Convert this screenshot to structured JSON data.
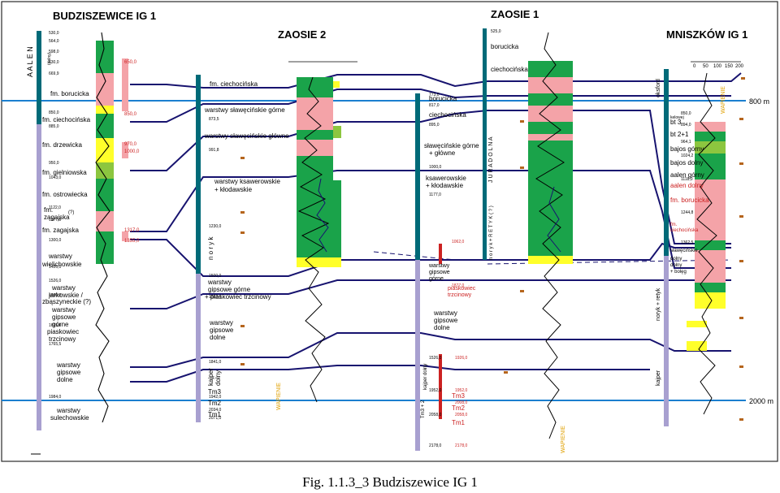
{
  "figure": {
    "caption": "Fig. 1.1.3_3 Budziszewice IG 1",
    "markers": {
      "m800": "800 m",
      "m2000": "2000 m"
    }
  },
  "colors": {
    "blue": "#1b7fcf",
    "navy": "#17136f",
    "green": "#1aa34a",
    "pink": "#f4a3a8",
    "yellow": "#ffff2a",
    "lime": "#8cc63f",
    "column": "#a8a0d0",
    "column_dark": "#006a78",
    "red": "#cc2222"
  },
  "wells": {
    "budziszewice": {
      "title": "BUDZISZEWICE IG 1",
      "depths": [
        "530,0",
        "564,0",
        "598,0",
        "630,0",
        "669,9",
        "850,0",
        "885,0",
        "950,0",
        "1043,0",
        "1122,0",
        "1277,0",
        "1300,0",
        "1420,0",
        "1526,0",
        "1600,0",
        "1695,0",
        "1765,5",
        "1984,0"
      ],
      "red_depths": [
        "650,0",
        "850,0",
        "970,0",
        "1000,0",
        "1317,0",
        "1355,0"
      ],
      "stage_label": "A A L E N",
      "side_note": "(dolny)",
      "units": [
        {
          "text": "fm. borucicka"
        },
        {
          "text": "fm. ciechocińska"
        },
        {
          "text": "fm. drzewicka"
        },
        {
          "text": "fm. gielniowska"
        },
        {
          "text": "fm. ostrowiecka"
        },
        {
          "text": "fm."
        },
        {
          "text": "(?)"
        },
        {
          "text": "zagajska"
        },
        {
          "text": "fm. zagajska"
        },
        {
          "text": "warstwy"
        },
        {
          "text": "wielichowskie"
        },
        {
          "text": "warstwy"
        },
        {
          "text": "jarkowskie /"
        },
        {
          "text": "zbąszyneckie (?)"
        },
        {
          "text": "warstwy"
        },
        {
          "text": "gipsowe"
        },
        {
          "text": "górne"
        },
        {
          "text": "piaskowiec"
        },
        {
          "text": "trzcinowy"
        },
        {
          "text": "warstwy"
        },
        {
          "text": "gipsowe"
        },
        {
          "text": "dolne"
        },
        {
          "text": "warstwy"
        },
        {
          "text": "sulechowskie"
        }
      ]
    },
    "zaosie2": {
      "title": "ZAOSIE 2",
      "stage_label": "n o r y k",
      "bottom_label": "WAPIENIE",
      "depths": [
        "873,5",
        "991,8",
        "1230,0",
        "1500,0",
        "1582,0",
        "1841,0",
        "1942,0",
        "2034,0",
        "2071,0"
      ],
      "units": [
        {
          "text": "fm. ciechocińska"
        },
        {
          "text": "warstwy sławęcińskie górne"
        },
        {
          "text": "warstwy sławęcińskie główne"
        },
        {
          "text": "warstwy ksawerowskie"
        },
        {
          "text": "+ kłodawskie"
        },
        {
          "text": "warstwy"
        },
        {
          "text": "gipsowe górne"
        },
        {
          "text": "+ piaskowiec trzcinowy"
        },
        {
          "text": "warstwy"
        },
        {
          "text": "gipsowe"
        },
        {
          "text": "dolne"
        },
        {
          "text": "kajper"
        },
        {
          "text": "dolny"
        },
        {
          "text": "Tm3"
        },
        {
          "text": "Tm2"
        },
        {
          "text": "Tm1"
        }
      ]
    },
    "zaosie1": {
      "title": "ZAOSIE 1",
      "depths": [
        "525,0",
        "773,0",
        "817,0",
        "895,0",
        "1000,0",
        "1177,0",
        "1526,0",
        "1952,0",
        "2058,0",
        "2178,0"
      ],
      "red_depths": [
        "1062,0",
        "1877,0",
        "1926,0",
        "1952,0",
        "2008,0",
        "2058,0",
        "2178,0"
      ],
      "stage_labels": {
        "jura": "J U R A   D O L N A",
        "noryk": "n o r y k  +  R E T Y K  ( ? )"
      },
      "bottom_label": "WAPIENIE",
      "units": [
        {
          "text": "borucicka"
        },
        {
          "text": "ciechocińska"
        },
        {
          "text": "borucicka"
        },
        {
          "text": "ciechocińska"
        },
        {
          "text": "sławęcińskie górne"
        },
        {
          "text": "+ główne"
        },
        {
          "text": "ksawerowskie"
        },
        {
          "text": "+ kłodawskie"
        },
        {
          "text": "warstwy"
        },
        {
          "text": "gipsowe"
        },
        {
          "text": "górne"
        },
        {
          "text": "piaskowiec"
        },
        {
          "text": "trzcinowy"
        },
        {
          "text": "warstwy"
        },
        {
          "text": "gipsowe"
        },
        {
          "text": "dolne"
        },
        {
          "text": "kajper dolny"
        },
        {
          "text": "Tm3 + 2"
        },
        {
          "text": "Tm3"
        },
        {
          "text": "Tm2"
        },
        {
          "text": "Tm1"
        }
      ]
    },
    "mniszkow": {
      "title": "MNISZKÓW IG 1",
      "scale": [
        "0",
        "50",
        "100",
        "150",
        "200"
      ],
      "bottom_label": "WAPIENIE",
      "stage_labels": {
        "oksford": "oksford",
        "noryk": "noryk + retyk",
        "kajper": "kajper"
      },
      "depths": [
        "850,0",
        "894,0",
        "964,1",
        "1024,2",
        "1118,0",
        "1244,8",
        "1362,5"
      ],
      "units": [
        {
          "text": "kelowej"
        },
        {
          "text": "bt 3"
        },
        {
          "text": "bt 2+1"
        },
        {
          "text": "bajos górny"
        },
        {
          "text": "bajos dolny"
        },
        {
          "text": "aalen górny"
        },
        {
          "text": "aalen dolny"
        },
        {
          "text": "fm. borucicka"
        },
        {
          "text": "fm."
        },
        {
          "text": "ciechocińska"
        },
        {
          "text": "sławęcińskie"
        },
        {
          "text": "dolny"
        },
        {
          "text": "dolny"
        },
        {
          "text": "+ bolęg"
        }
      ]
    }
  }
}
